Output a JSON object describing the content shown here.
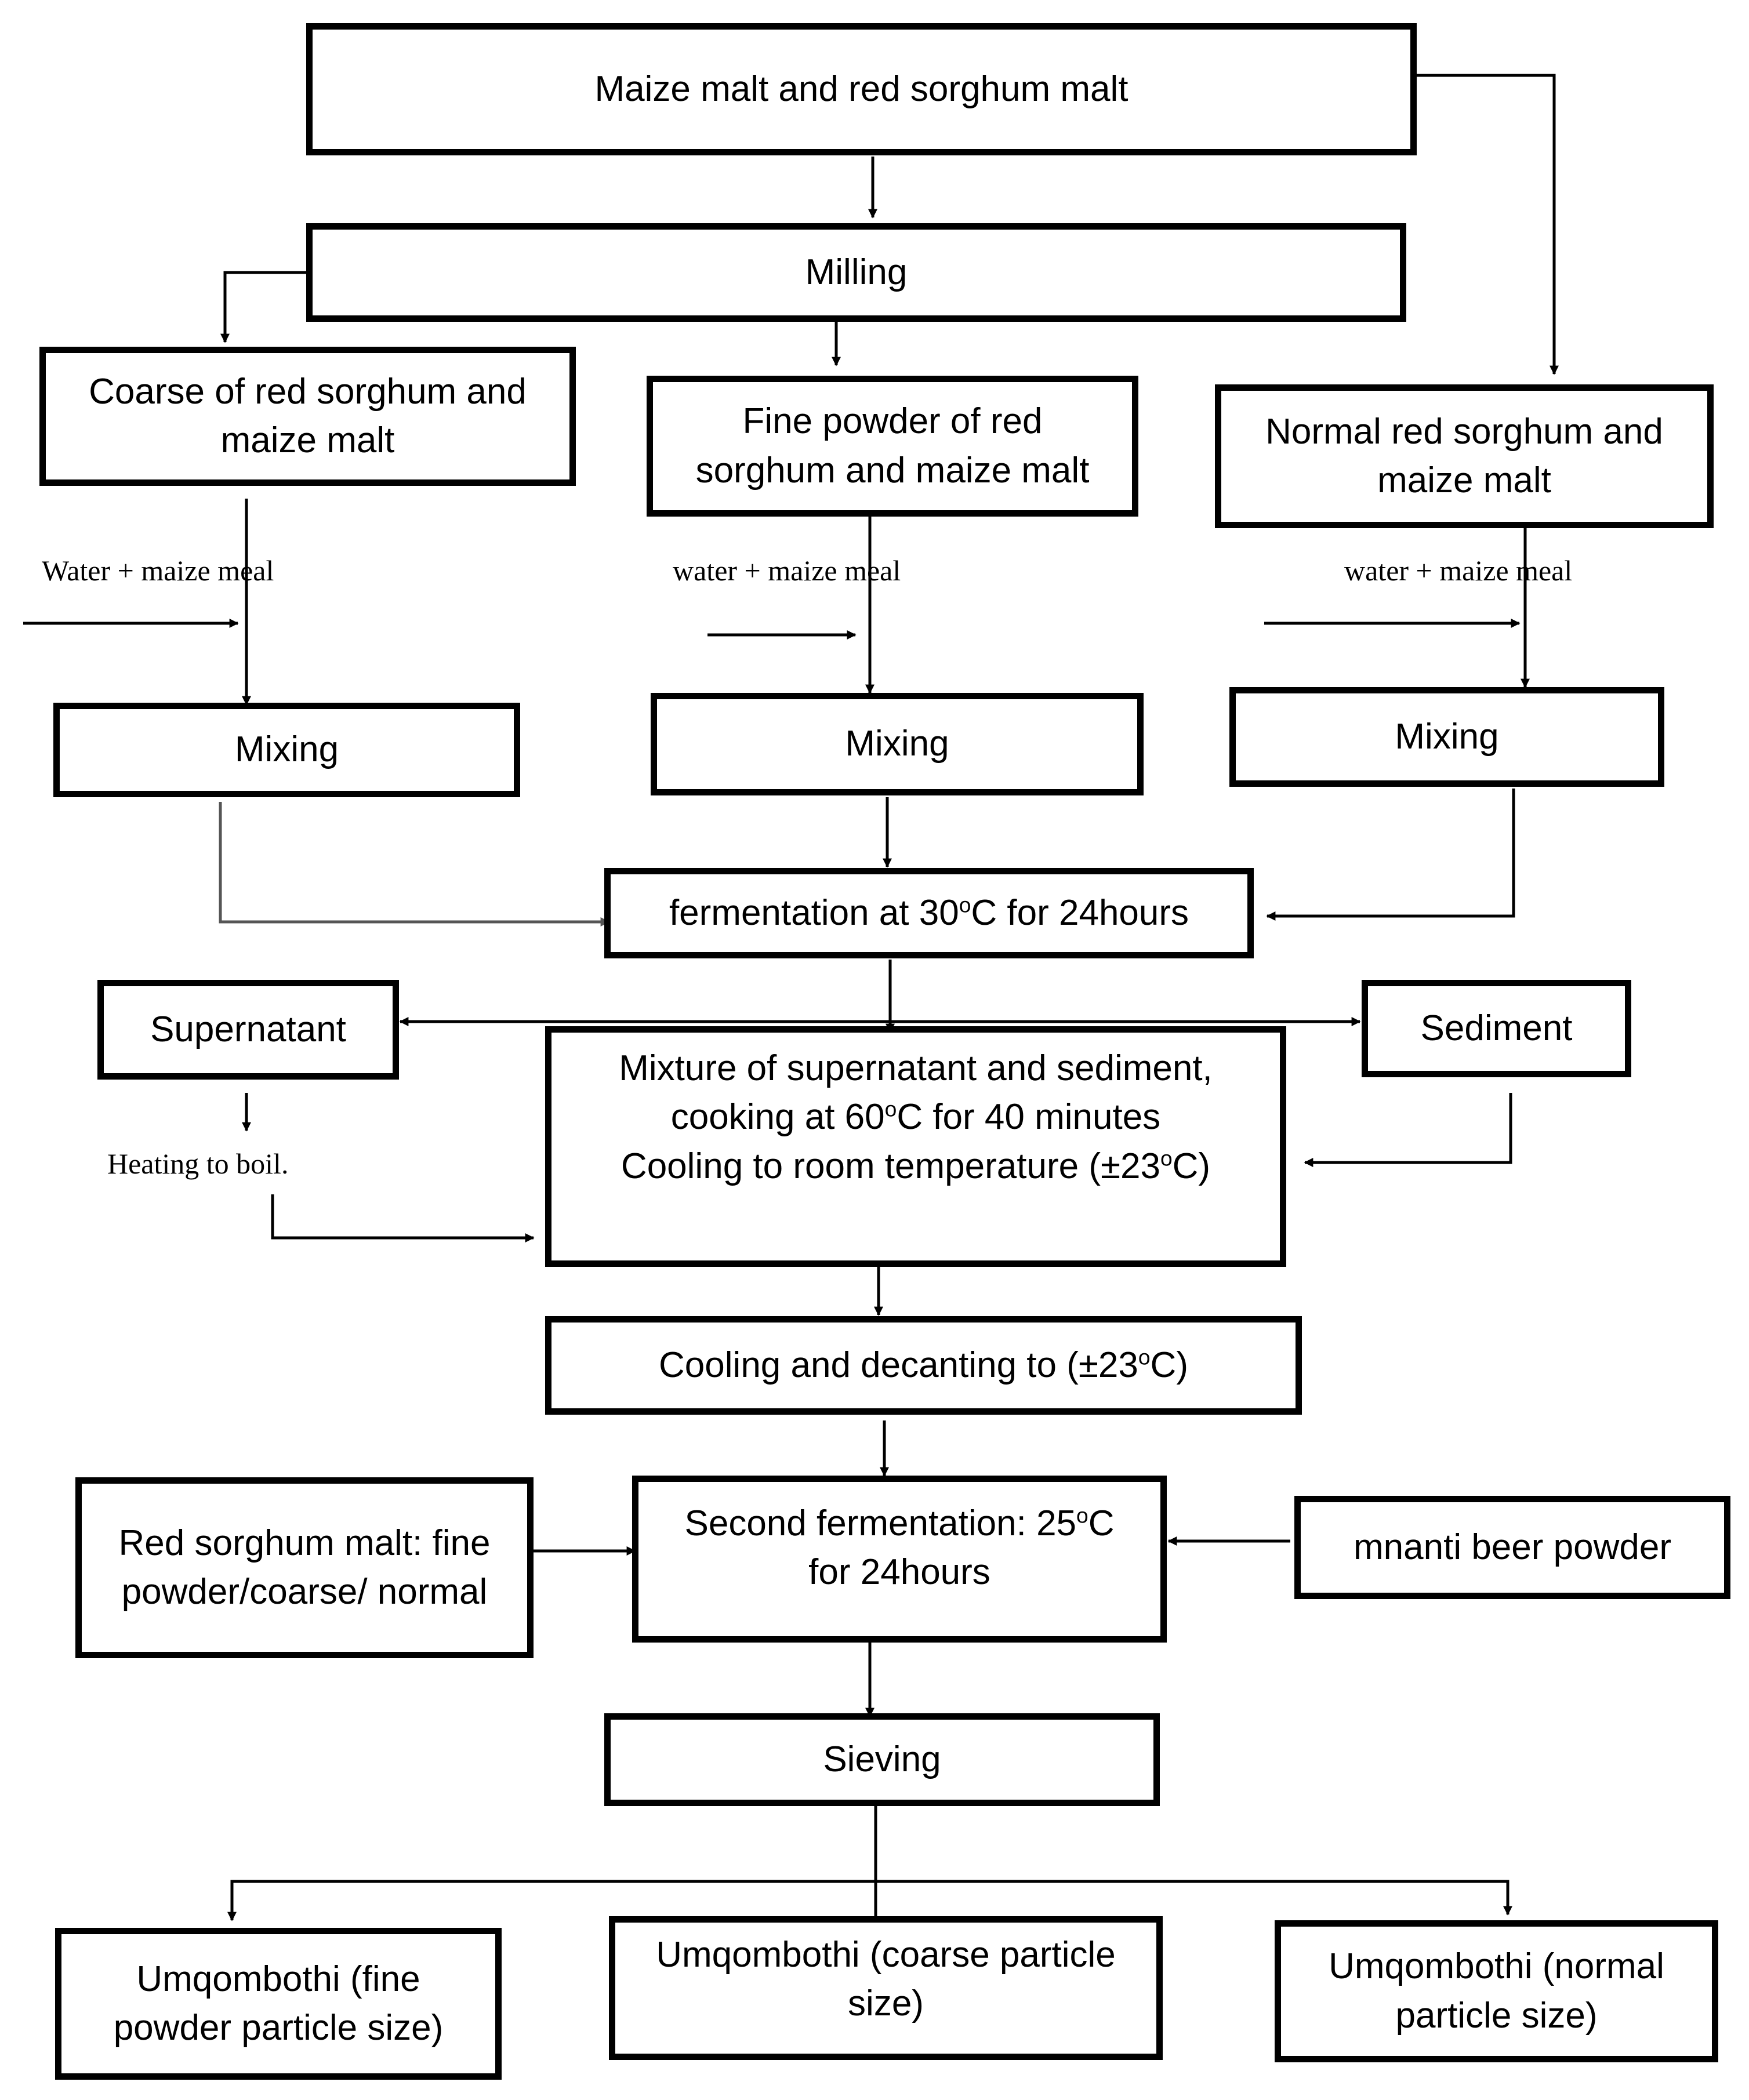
{
  "nodes": {
    "raw_malt": "Maize malt and red sorghum malt",
    "milling": "Milling",
    "coarse": [
      "Coarse of red sorghum and",
      "maize malt"
    ],
    "fine": [
      "Fine powder of red",
      "sorghum and maize malt"
    ],
    "normal": [
      "Normal red sorghum and",
      "maize malt"
    ],
    "mixing": "Mixing",
    "fermentation": {
      "pre": "fermentation at 30",
      "deg": "o",
      "post": "C for 24hours"
    },
    "supernatant": "Supernatant",
    "sediment": "Sediment",
    "mixture": {
      "line1": "Mixture of supernatant and sediment,",
      "line2_pre": "cooking at 60",
      "line2_deg": "o",
      "line2_post": "C for 40 minutes",
      "line3_pre": "Cooling to room temperature (±23",
      "line3_deg": "o",
      "line3_post": "C)"
    },
    "cooling": {
      "pre": "Cooling and decanting to (±23",
      "deg": "o",
      "post": "C)"
    },
    "second_fermentation": {
      "line1_pre": "Second fermentation: 25",
      "line1_deg": "o",
      "line1_post": "C",
      "line2": "for 24hours"
    },
    "red_sorghum_addition": [
      "Red sorghum malt: fine",
      "powder/coarse/ normal"
    ],
    "mnanti": "mnanti beer powder",
    "sieving": "Sieving",
    "product_fine": [
      "Umqombothi (fine",
      "powder particle size)"
    ],
    "product_coarse": [
      "Umqombothi (coarse particle",
      "size)"
    ],
    "product_normal": [
      "Umqombothi (normal",
      "particle size)"
    ]
  },
  "labels": {
    "water_left": "Water + maize meal",
    "water_mid": "water + maize meal",
    "water_right": "water + maize meal",
    "heating": "Heating to boil."
  },
  "colors": {
    "line": "#000000",
    "grey_line": "#555555"
  }
}
